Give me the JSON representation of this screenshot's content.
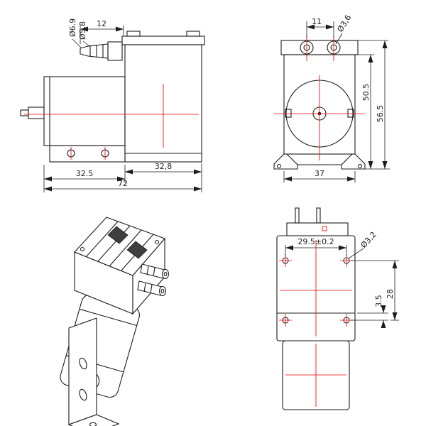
{
  "drawing": {
    "colors": {
      "background": "#ffffff",
      "outline": "#1c1c1c",
      "centerline": "#ff0000"
    },
    "views": {
      "side": {
        "dims": {
          "barb_od": "Ø6.9",
          "barb_id": "Ø5.8",
          "barb_len": "12",
          "motor_len": "32.5",
          "head_len": "32,8",
          "total_len": "72"
        }
      },
      "front": {
        "dims": {
          "port_spacing": "11",
          "port_dia": "Ø3,6",
          "height_partial": "50.5",
          "height_total": "56.5",
          "width": "37"
        }
      },
      "back": {
        "dims": {
          "hole_spacing": "29.5±0.2",
          "hole_dia": "Ø3,2",
          "hole_edge": "3.5",
          "hole_rows": "28"
        }
      }
    }
  }
}
